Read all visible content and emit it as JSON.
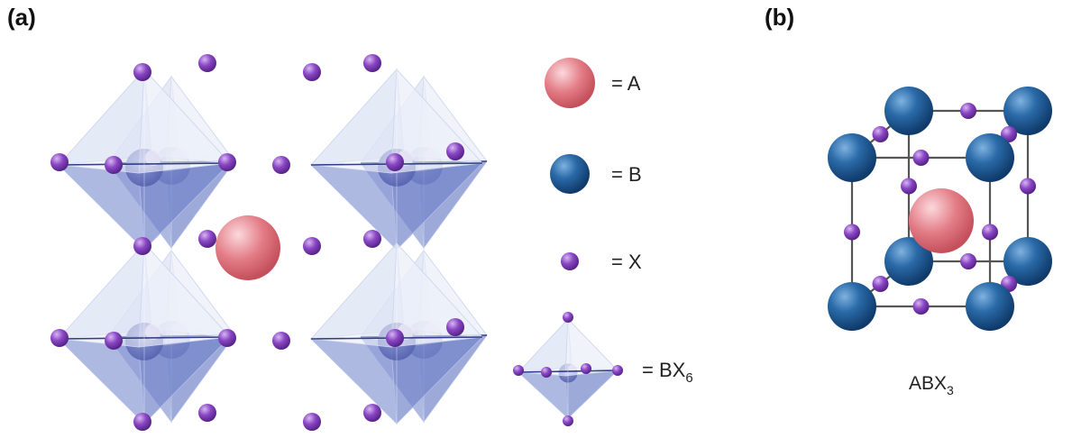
{
  "panel_a_label": "(a)",
  "panel_b_label": "(b)",
  "legend": [
    {
      "symbol": "sphere-A",
      "text": "= A"
    },
    {
      "symbol": "sphere-B",
      "text": "= B"
    },
    {
      "symbol": "sphere-X",
      "text": "= X"
    },
    {
      "symbol": "octahedron-BX6",
      "text": "= BX",
      "subscript": "6"
    }
  ],
  "formula": {
    "main": "ABX",
    "subscript": "3"
  },
  "colors": {
    "A": "#e0727c",
    "B": "#1f5f9e",
    "X": "#7a3fb0",
    "octahedron": "#9fb0de",
    "cube_edge": "#555555"
  }
}
